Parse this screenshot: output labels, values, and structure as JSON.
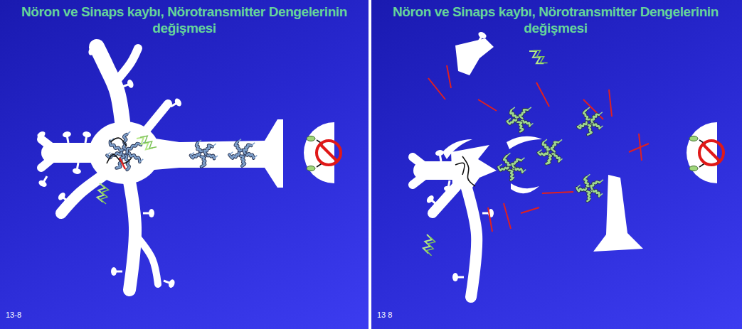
{
  "diagram": {
    "title": "Nöron ve Sinaps kaybı, Nörotransmitter Dengelerinin değişmesi",
    "labels": [
      "Nöron ve Sinaps kaybı, Nörotransmitter Dengelerinin değişmesi",
      "13-8",
      "13 8"
    ]
  }
}
